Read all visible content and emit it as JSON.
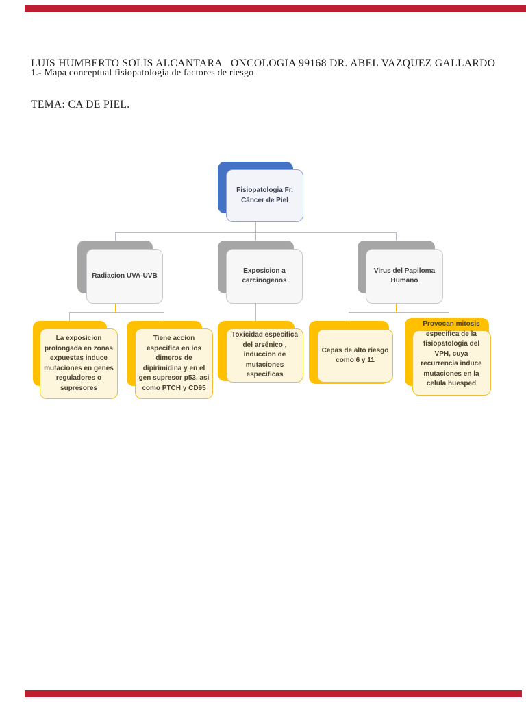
{
  "header": {
    "line1": "LUIS HUMBERTO SOLIS ALCANTARA   ONCOLOGIA 99168 DR. ABEL VAZQUEZ GALLARDO",
    "line2": "TEMA: CA DE PIEL.",
    "subtitle": "1.- Mapa conceptual fisiopatologia de factores de riesgo"
  },
  "diagram": {
    "root": {
      "label": "Fisiopatologia Fr. Cáncer de Piel"
    },
    "level1": [
      {
        "label": "Radiacion UVA-UVB"
      },
      {
        "label": "Exposicion a carcinogenos"
      },
      {
        "label": "Virus del Papiloma Humano"
      }
    ],
    "level2": [
      {
        "label": "La exposicion prolongada en zonas expuestas induce mutaciones en genes reguladores o supresores"
      },
      {
        "label": "Tiene accion especifica en los dimeros de dipirimidina y en el gen supresor p53, asi como PTCH y CD95"
      },
      {
        "label": "Toxicidad especifica del arsénico , induccion de mutaciones especificas"
      },
      {
        "label": "Cepas de alto riesgo como 6 y 11"
      },
      {
        "label": "Provocan mitosis especifica de la fisiopatologia del VPH, cuya recurrencia induce mutaciones en la celula huesped"
      }
    ],
    "colors": {
      "root_shadow": "#4472c4",
      "root_fill": "#f2f4fa",
      "level1_shadow": "#a6a6a6",
      "level1_fill": "#f7f7f8",
      "level2_shadow": "#ffc000",
      "level2_fill": "#fdf5dc",
      "connector_gray": "#b7bdc8",
      "connector_gold": "#ffc000",
      "accent_bar": "#bd1f31"
    }
  }
}
